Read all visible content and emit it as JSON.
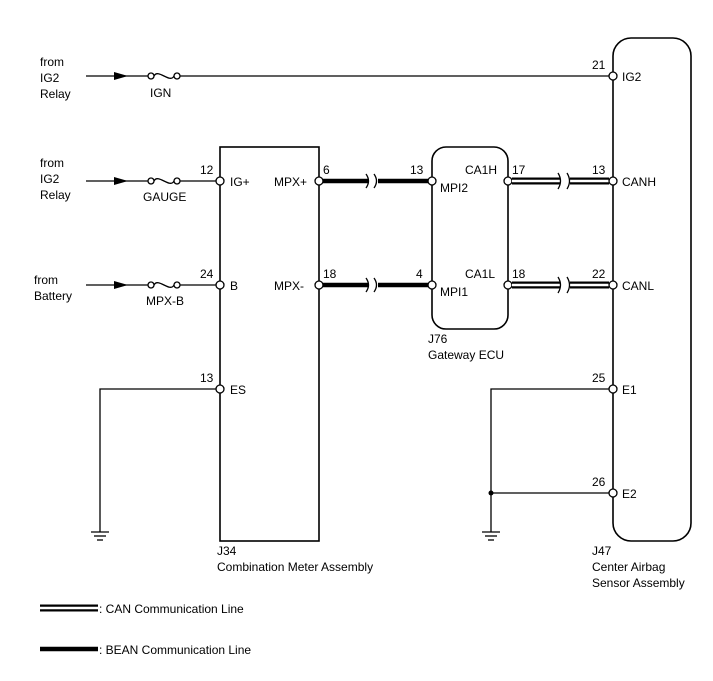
{
  "sources": {
    "ig2_relay_1": [
      "from",
      "IG2",
      "Relay"
    ],
    "ig2_relay_2": [
      "from",
      "IG2",
      "Relay"
    ],
    "battery": [
      "from",
      "Battery"
    ]
  },
  "fuses": {
    "ign": "IGN",
    "gauge": "GAUGE",
    "mpxb": "MPX-B"
  },
  "combination_meter": {
    "code": "J34",
    "name": "Combination Meter Assembly",
    "pins": {
      "ig_num": "12",
      "ig": "IG+",
      "b_num": "24",
      "b": "B",
      "es_num": "13",
      "es": "ES",
      "mpxp_num": "6",
      "mpxp": "MPX+",
      "mpxm_num": "18",
      "mpxm": "MPX-"
    }
  },
  "gateway": {
    "code": "J76",
    "name": "Gateway ECU",
    "pins": {
      "mpi2_num": "13",
      "mpi2": "MPI2",
      "mpi1_num": "4",
      "mpi1": "MPI1",
      "ca1h_num": "17",
      "ca1h": "CA1H",
      "ca1l_num": "18",
      "ca1l": "CA1L"
    }
  },
  "airbag": {
    "code": "J47",
    "name1": "Center Airbag",
    "name2": "Sensor Assembly",
    "pins": {
      "ig2_num": "21",
      "ig2": "IG2",
      "canh_num": "13",
      "canh": "CANH",
      "canl_num": "22",
      "canl": "CANL",
      "e1_num": "25",
      "e1": "E1",
      "e2_num": "26",
      "e2": "E2"
    }
  },
  "legend": {
    "can": ": CAN Communication Line",
    "bean": ": BEAN Communication Line"
  }
}
